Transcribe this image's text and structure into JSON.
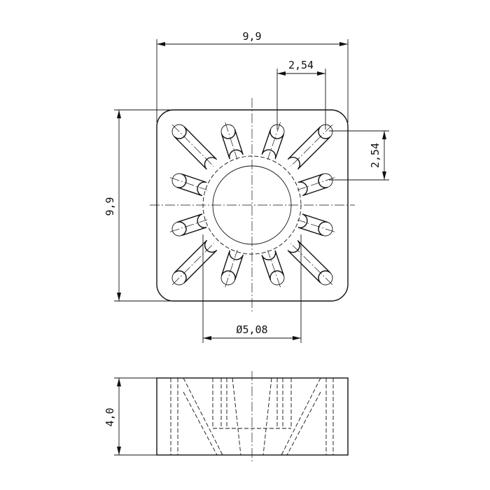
{
  "drawing": {
    "dimensions": {
      "width_top": "9,9",
      "height_left": "9,9",
      "pitch_horizontal": "2,54",
      "pitch_vertical": "2,54",
      "hole_diameter": "Ø5,08",
      "side_height": "4,0"
    },
    "line_color": "#111111",
    "background": "#ffffff"
  }
}
